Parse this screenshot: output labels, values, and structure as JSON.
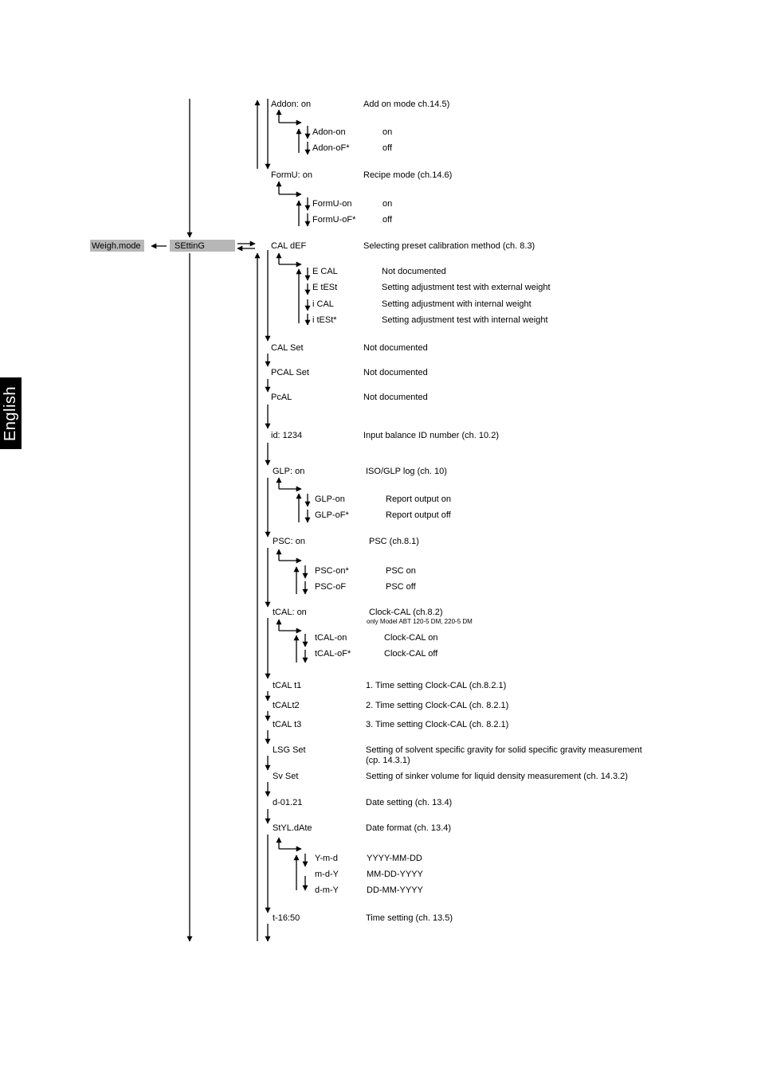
{
  "side_tab": {
    "label": "English"
  },
  "left": {
    "weigh_mode": "Weigh.mode",
    "setting": "SEttinG"
  },
  "addon": {
    "title": "Addon: on",
    "desc": "Add on mode ch.14.5)",
    "opt1": "Adon-on",
    "opt1_desc": "on",
    "opt2": "Adon-oF*",
    "opt2_desc": "off"
  },
  "formu": {
    "title": "FormU: on",
    "desc": "Recipe mode (ch.14.6)",
    "opt1": "FormU-on",
    "opt1_desc": "on",
    "opt2": "FormU-oF*",
    "opt2_desc": "off"
  },
  "caldef": {
    "title": "CAL dEF",
    "desc": "Selecting preset calibration method  (ch. 8.3)",
    "opt1": "E CAL",
    "opt1_desc": "Not documented",
    "opt2": "E tESt",
    "opt2_desc": "Setting adjustment test with external weight",
    "opt3": "i CAL",
    "opt3_desc": "Setting adjustment with internal weight",
    "opt4": "i tESt*",
    "opt4_desc": "Setting adjustment test with internal weight"
  },
  "calset": {
    "title": "CAL Set",
    "desc": "Not documented"
  },
  "pcalset": {
    "title": "PCAL Set",
    "desc": "Not documented"
  },
  "pcal": {
    "title": "PcAL",
    "desc": "Not documented"
  },
  "id": {
    "title": "id: 1234",
    "desc": "Input balance ID number (ch. 10.2)"
  },
  "glp": {
    "title": "GLP: on",
    "desc": "ISO/GLP log (ch. 10)",
    "opt1": "GLP-on",
    "opt1_desc": "Report output on",
    "opt2": "GLP-oF*",
    "opt2_desc": "Report output off"
  },
  "psc": {
    "title": "PSC: on",
    "desc": "PSC (ch.8.1)",
    "opt1": "PSC-on*",
    "opt1_desc": "PSC on",
    "opt2": "PSC-oF",
    "opt2_desc": "PSC off"
  },
  "tcal": {
    "title": "tCAL: on",
    "desc": "Clock-CAL (ch.8.2)",
    "note": "only Model ABT 120-5 DM, 220-5 DM",
    "opt1": "tCAL-on",
    "opt1_desc": "Clock-CAL on",
    "opt2": "tCAL-oF*",
    "opt2_desc": "Clock-CAL off"
  },
  "tcal_t1": {
    "title": "tCAL t1",
    "desc": "1. Time setting Clock-CAL  (ch.8.2.1)"
  },
  "tcal_t2": {
    "title": "tCALt2",
    "desc": "2. Time setting Clock-CAL  (ch. 8.2.1)"
  },
  "tcal_t3": {
    "title": "tCAL t3",
    "desc": "3. Time setting Clock-CAL  (ch. 8.2.1)"
  },
  "lsg": {
    "title": "LSG Set",
    "desc_line1": "Setting of solvent specific gravity for solid specific gravity measurement",
    "desc_line2": "(cp. 14.3.1)"
  },
  "sv": {
    "title": "Sv Set",
    "desc": "Setting of sinker volume for liquid density measurement  (ch. 14.3.2)"
  },
  "date": {
    "title": "d-01.21",
    "desc": "Date setting (ch. 13.4)"
  },
  "styl": {
    "title": "StYL.dAte",
    "desc": "Date format (ch. 13.4)",
    "opt1": "Y-m-d",
    "opt1_desc": "YYYY-MM-DD",
    "opt2": "m-d-Y",
    "opt2_desc": "MM-DD-YYYY",
    "opt3": "d-m-Y",
    "opt3_desc": "DD-MM-YYYY"
  },
  "time": {
    "title": "t-16:50",
    "desc": "Time setting (ch. 13.5)"
  }
}
